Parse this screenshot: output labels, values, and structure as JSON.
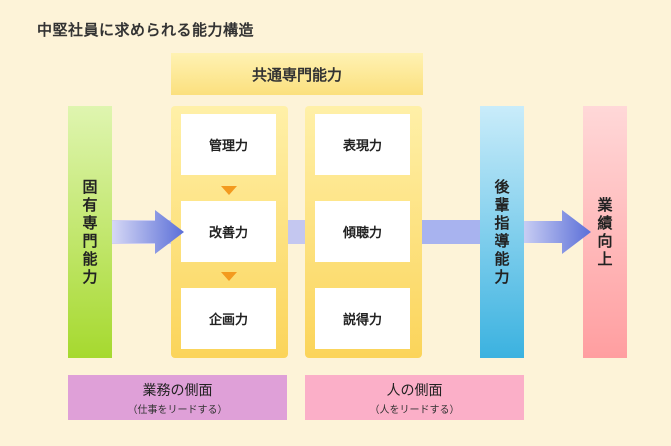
{
  "title": "中堅社員に求められる能力構造",
  "common": "共通専門能力",
  "left_bar": [
    "固",
    "有",
    "専",
    "門",
    "能",
    "力"
  ],
  "mid_bar": [
    "後",
    "輩",
    "指",
    "導",
    "能",
    "力"
  ],
  "right_bar": [
    "業",
    "績",
    "向",
    "上"
  ],
  "business_column": [
    "管理力",
    "改善力",
    "企画力"
  ],
  "people_column": [
    "表現力",
    "傾聴力",
    "説得力"
  ],
  "footer_left": {
    "main": "業務の側面",
    "sub": "（仕事をリードする）"
  },
  "footer_right": {
    "main": "人の側面",
    "sub": "（人をリードする）"
  },
  "colors": {
    "background": "#fdf3d8",
    "green": "#a6d92f",
    "blue": "#3bb2e0",
    "pink": "#ff9ea0",
    "gold": "#fbd45a",
    "arrow": "#5b6fd8",
    "purple": "#dfa0d8",
    "rose": "#fbafc8"
  }
}
